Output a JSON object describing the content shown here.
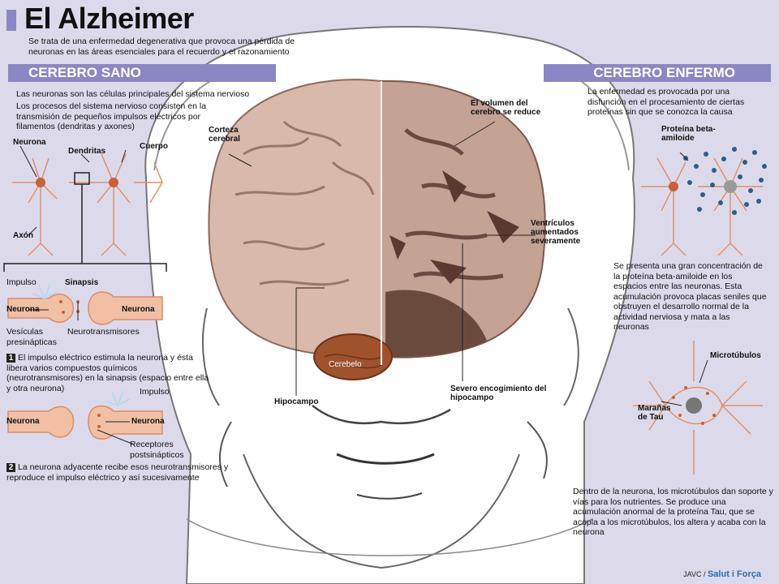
{
  "title": "El Alzheimer",
  "subtitle": "Se trata de una enfermedad degenerativa que provoca una pérdida de neuronas en las áreas esenciales para el recuerdo y el razonamiento",
  "left": {
    "heading": "CEREBRO SANO",
    "intro1": "Las neuronas son las células principales del sistema nervioso",
    "intro2": "Los procesos del sistema nervioso consisten en la transmisión de pequeños impulsos eléctricos por filamentos (dendritas y axones)",
    "labels": {
      "neurona": "Neurona",
      "dendritas": "Dendritas",
      "cuerpo": "Cuerpo",
      "axon": "Axón"
    },
    "synapse1": {
      "impulso": "Impulso",
      "sinapsis": "Sinapsis",
      "neurona_left": "Neurona",
      "neurona_right": "Neurona",
      "vesiculas": "Vesículas presinápticas",
      "neurotransmisores": "Neurotransmisores"
    },
    "step1_num": "1",
    "step1": "El impulso eléctrico estimula la neurona y ésta libera varios compuestos químicos (neurotransmisores) en la sinapsis (espacio entre ella y otra neurona)",
    "synapse2": {
      "impulso": "Impulso",
      "neurona_left": "Neurona",
      "neurona_right": "Neurona",
      "receptores": "Receptores postsinápticos"
    },
    "step2_num": "2",
    "step2": "La neurona adyacente recibe esos neurotransmisores y reproduce el impulso eléctrico y así sucesivamente"
  },
  "center": {
    "corteza": "Corteza cerebral",
    "volumen": "El volumen del cerebro se reduce",
    "ventriculos": "Ventrículos aumentados severamente",
    "cerebelo": "Cerebelo",
    "hipocampo": "Hipocampo",
    "encogimiento": "Severo encogimiento del hipocampo"
  },
  "right": {
    "heading": "CEREBRO ENFERMO",
    "intro": "La enfermedad es provocada por una disfunción en el procesamiento de ciertas proteínas sin que se conozca la causa",
    "proteina": "Proteína beta-amiloide",
    "para1": "Se presenta una gran concentración de la proteína beta-amiloide en los espacios entre las neuronas. Esta acumulación provoca placas seniles que obstruyen el desarrollo normal de la actividad nerviosa y mata a las neuronas",
    "microtubulos": "Microtúbulos",
    "marañas": "Marañas de Tau",
    "para2": "Dentro de la neurona, los microtúbulos dan soporte y vías para los nutrientes. Se produce una acumulación anormal de la proteína Tau, que se acopla a los microtúbulos, los altera y acaba con la neurona"
  },
  "credit": {
    "author": "JAVC /",
    "brand": "Salut i Força"
  },
  "colors": {
    "band": "#8b86c4",
    "neuron": "#d98a6a",
    "nucleus": "#c9603a",
    "amyloid": "#2b5f8a",
    "background": "#dcdaea"
  }
}
